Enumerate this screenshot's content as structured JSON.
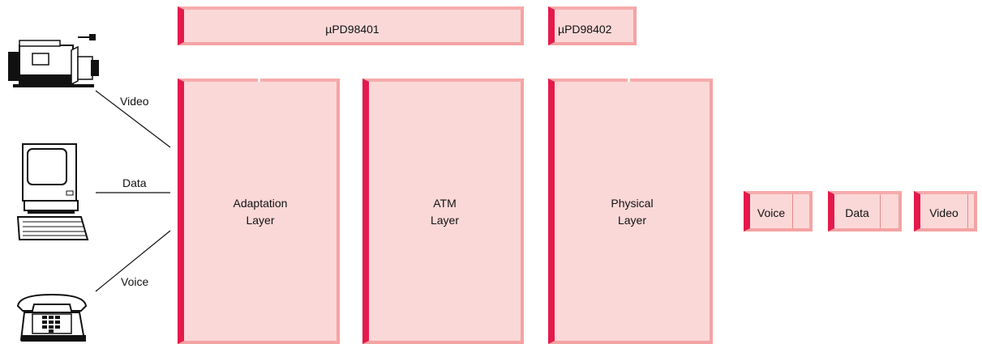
{
  "chips": {
    "chip1": "µPD98401",
    "chip2": "µPD98402"
  },
  "layers": {
    "adaptation": "Adaptation\nLayer",
    "atm": "ATM\nLayer",
    "physical": "Physical\nLayer"
  },
  "inputs": {
    "video": "Video",
    "data": "Data",
    "voice": "Voice"
  },
  "cells": [
    "Voice",
    "Data",
    "Video"
  ],
  "colors": {
    "accent": "#e5194b",
    "fill": "#fbd8d8",
    "bevel": "#f4a3a3",
    "device_dark": "#111111"
  },
  "icons": [
    "video-camera-icon",
    "computer-icon",
    "telephone-icon"
  ]
}
